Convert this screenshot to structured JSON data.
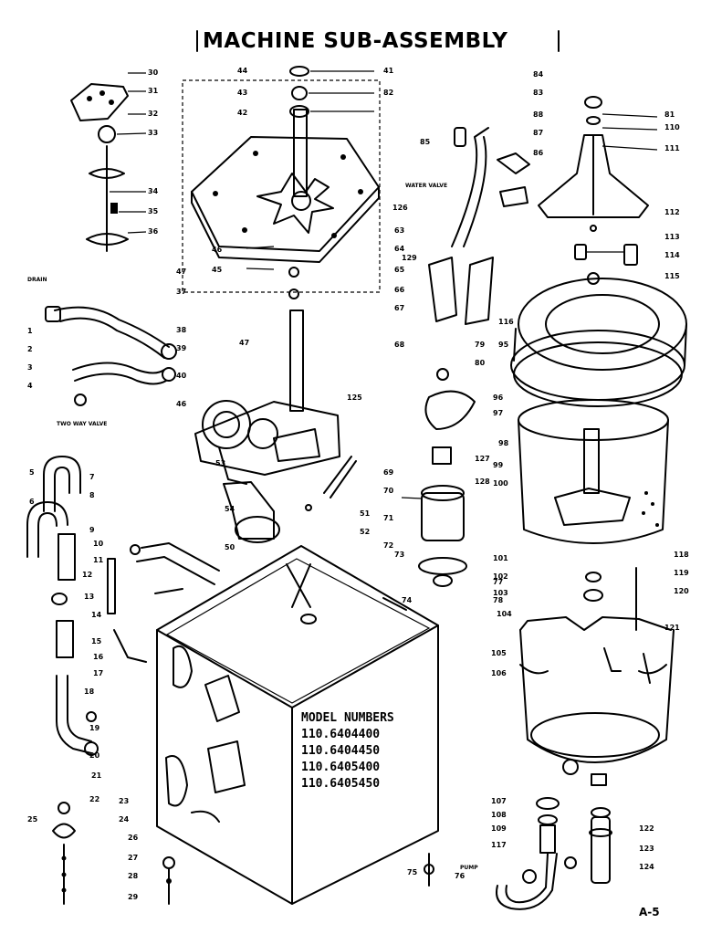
{
  "title": "MACHINE SUB-ASSEMBLY",
  "model_numbers": {
    "heading": "MODEL NUMBERS",
    "items": [
      "110.6404400",
      "110.6404450",
      "110.6405400",
      "110.6405450"
    ]
  },
  "labels": {
    "drain": "DRAIN",
    "two_way_valve": "TWO WAY VALVE",
    "water_valve": "WATER VALVE",
    "pump": "PUMP"
  },
  "callouts": [
    "30",
    "31",
    "32",
    "33",
    "34",
    "35",
    "36",
    "44",
    "43",
    "42",
    "41",
    "82",
    "46",
    "45",
    "47",
    "37",
    "38",
    "39",
    "40",
    "46",
    "47",
    "53",
    "54",
    "50",
    "51",
    "52",
    "26",
    "27",
    "28",
    "29",
    "1",
    "2",
    "3",
    "4",
    "5",
    "6",
    "7",
    "8",
    "9",
    "10",
    "11",
    "12",
    "13",
    "14",
    "15",
    "16",
    "17",
    "18",
    "19",
    "20",
    "21",
    "22",
    "23",
    "24",
    "25",
    "84",
    "83",
    "88",
    "87",
    "86",
    "85",
    "126",
    "63",
    "64",
    "65",
    "66",
    "67",
    "68",
    "69",
    "70",
    "71",
    "72",
    "73",
    "74",
    "75",
    "76",
    "77",
    "78",
    "79",
    "80",
    "81",
    "110",
    "111",
    "112",
    "113",
    "114",
    "115",
    "116",
    "95",
    "96",
    "97",
    "98",
    "99",
    "100",
    "101",
    "102",
    "103",
    "104",
    "105",
    "106",
    "107",
    "108",
    "109",
    "117",
    "118",
    "119",
    "120",
    "121",
    "122",
    "123",
    "124",
    "125",
    "127",
    "128",
    "129"
  ],
  "page_number": "A-5"
}
